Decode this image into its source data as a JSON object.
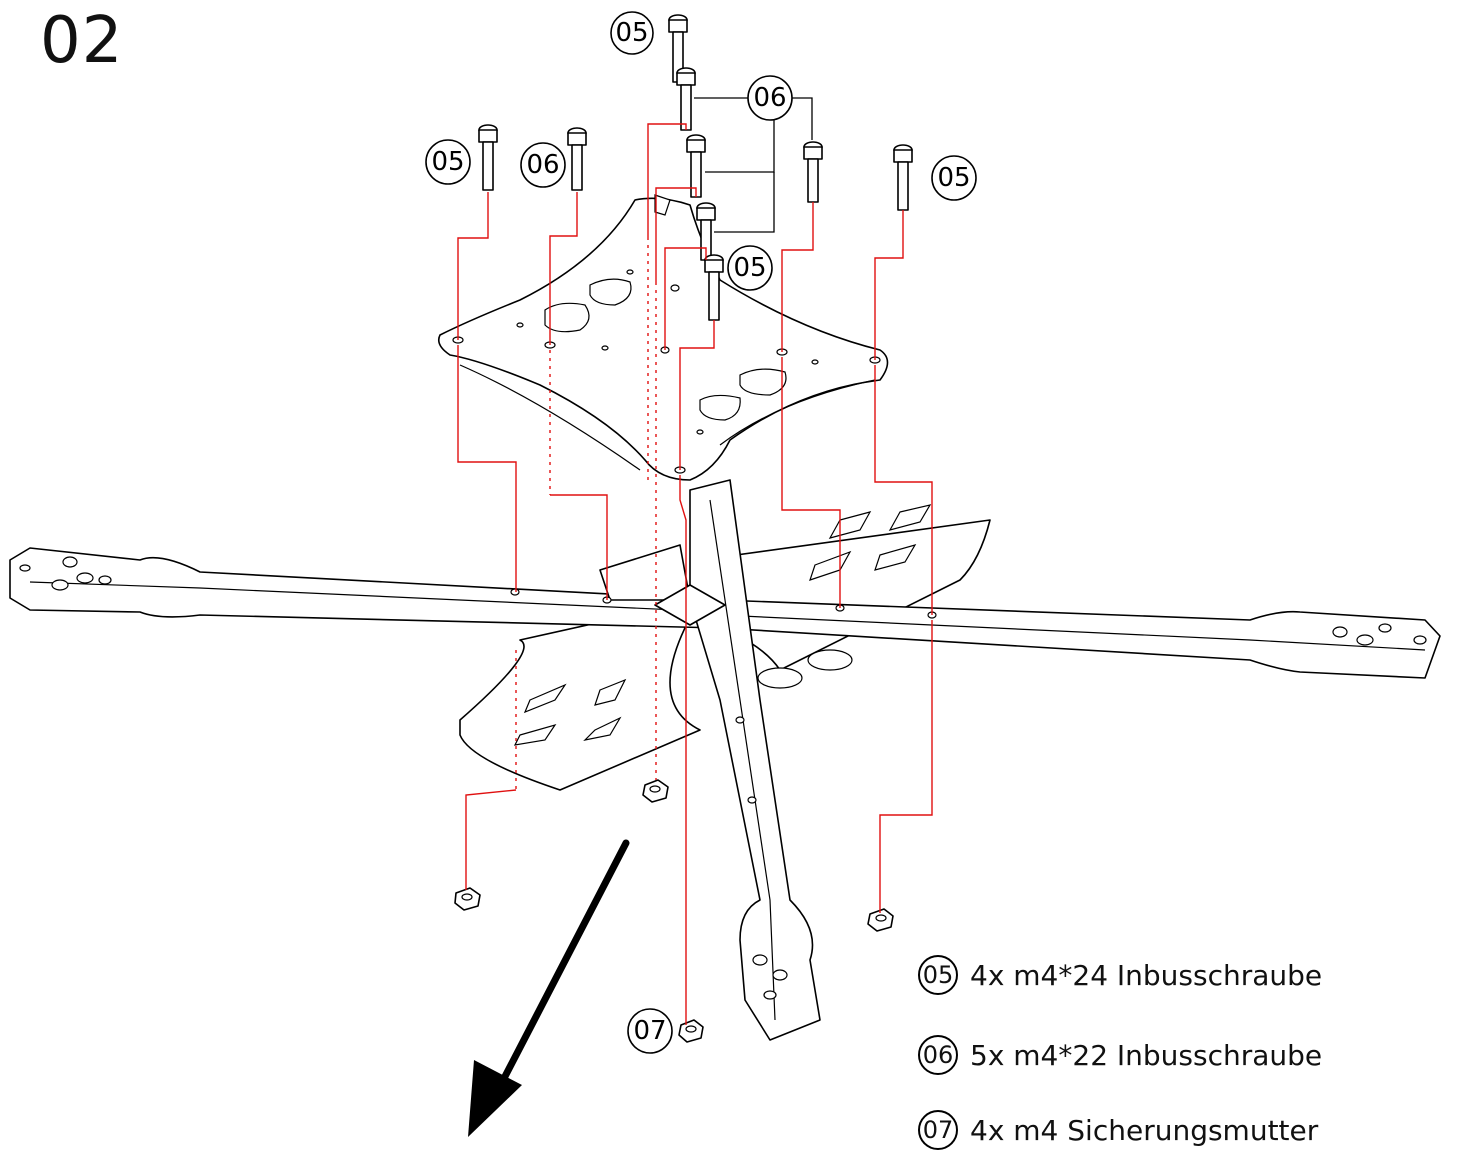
{
  "step": {
    "number": "02"
  },
  "callouts": {
    "screw_24": "05",
    "screw_22": "06",
    "nut": "07"
  },
  "legend": [
    {
      "code": "05",
      "text": "4x m4*24 Inbusschraube"
    },
    {
      "code": "06",
      "text": "5x m4*22 Inbusschraube"
    },
    {
      "code": "07",
      "text": "4x m4 Sicherungsmutter"
    }
  ]
}
